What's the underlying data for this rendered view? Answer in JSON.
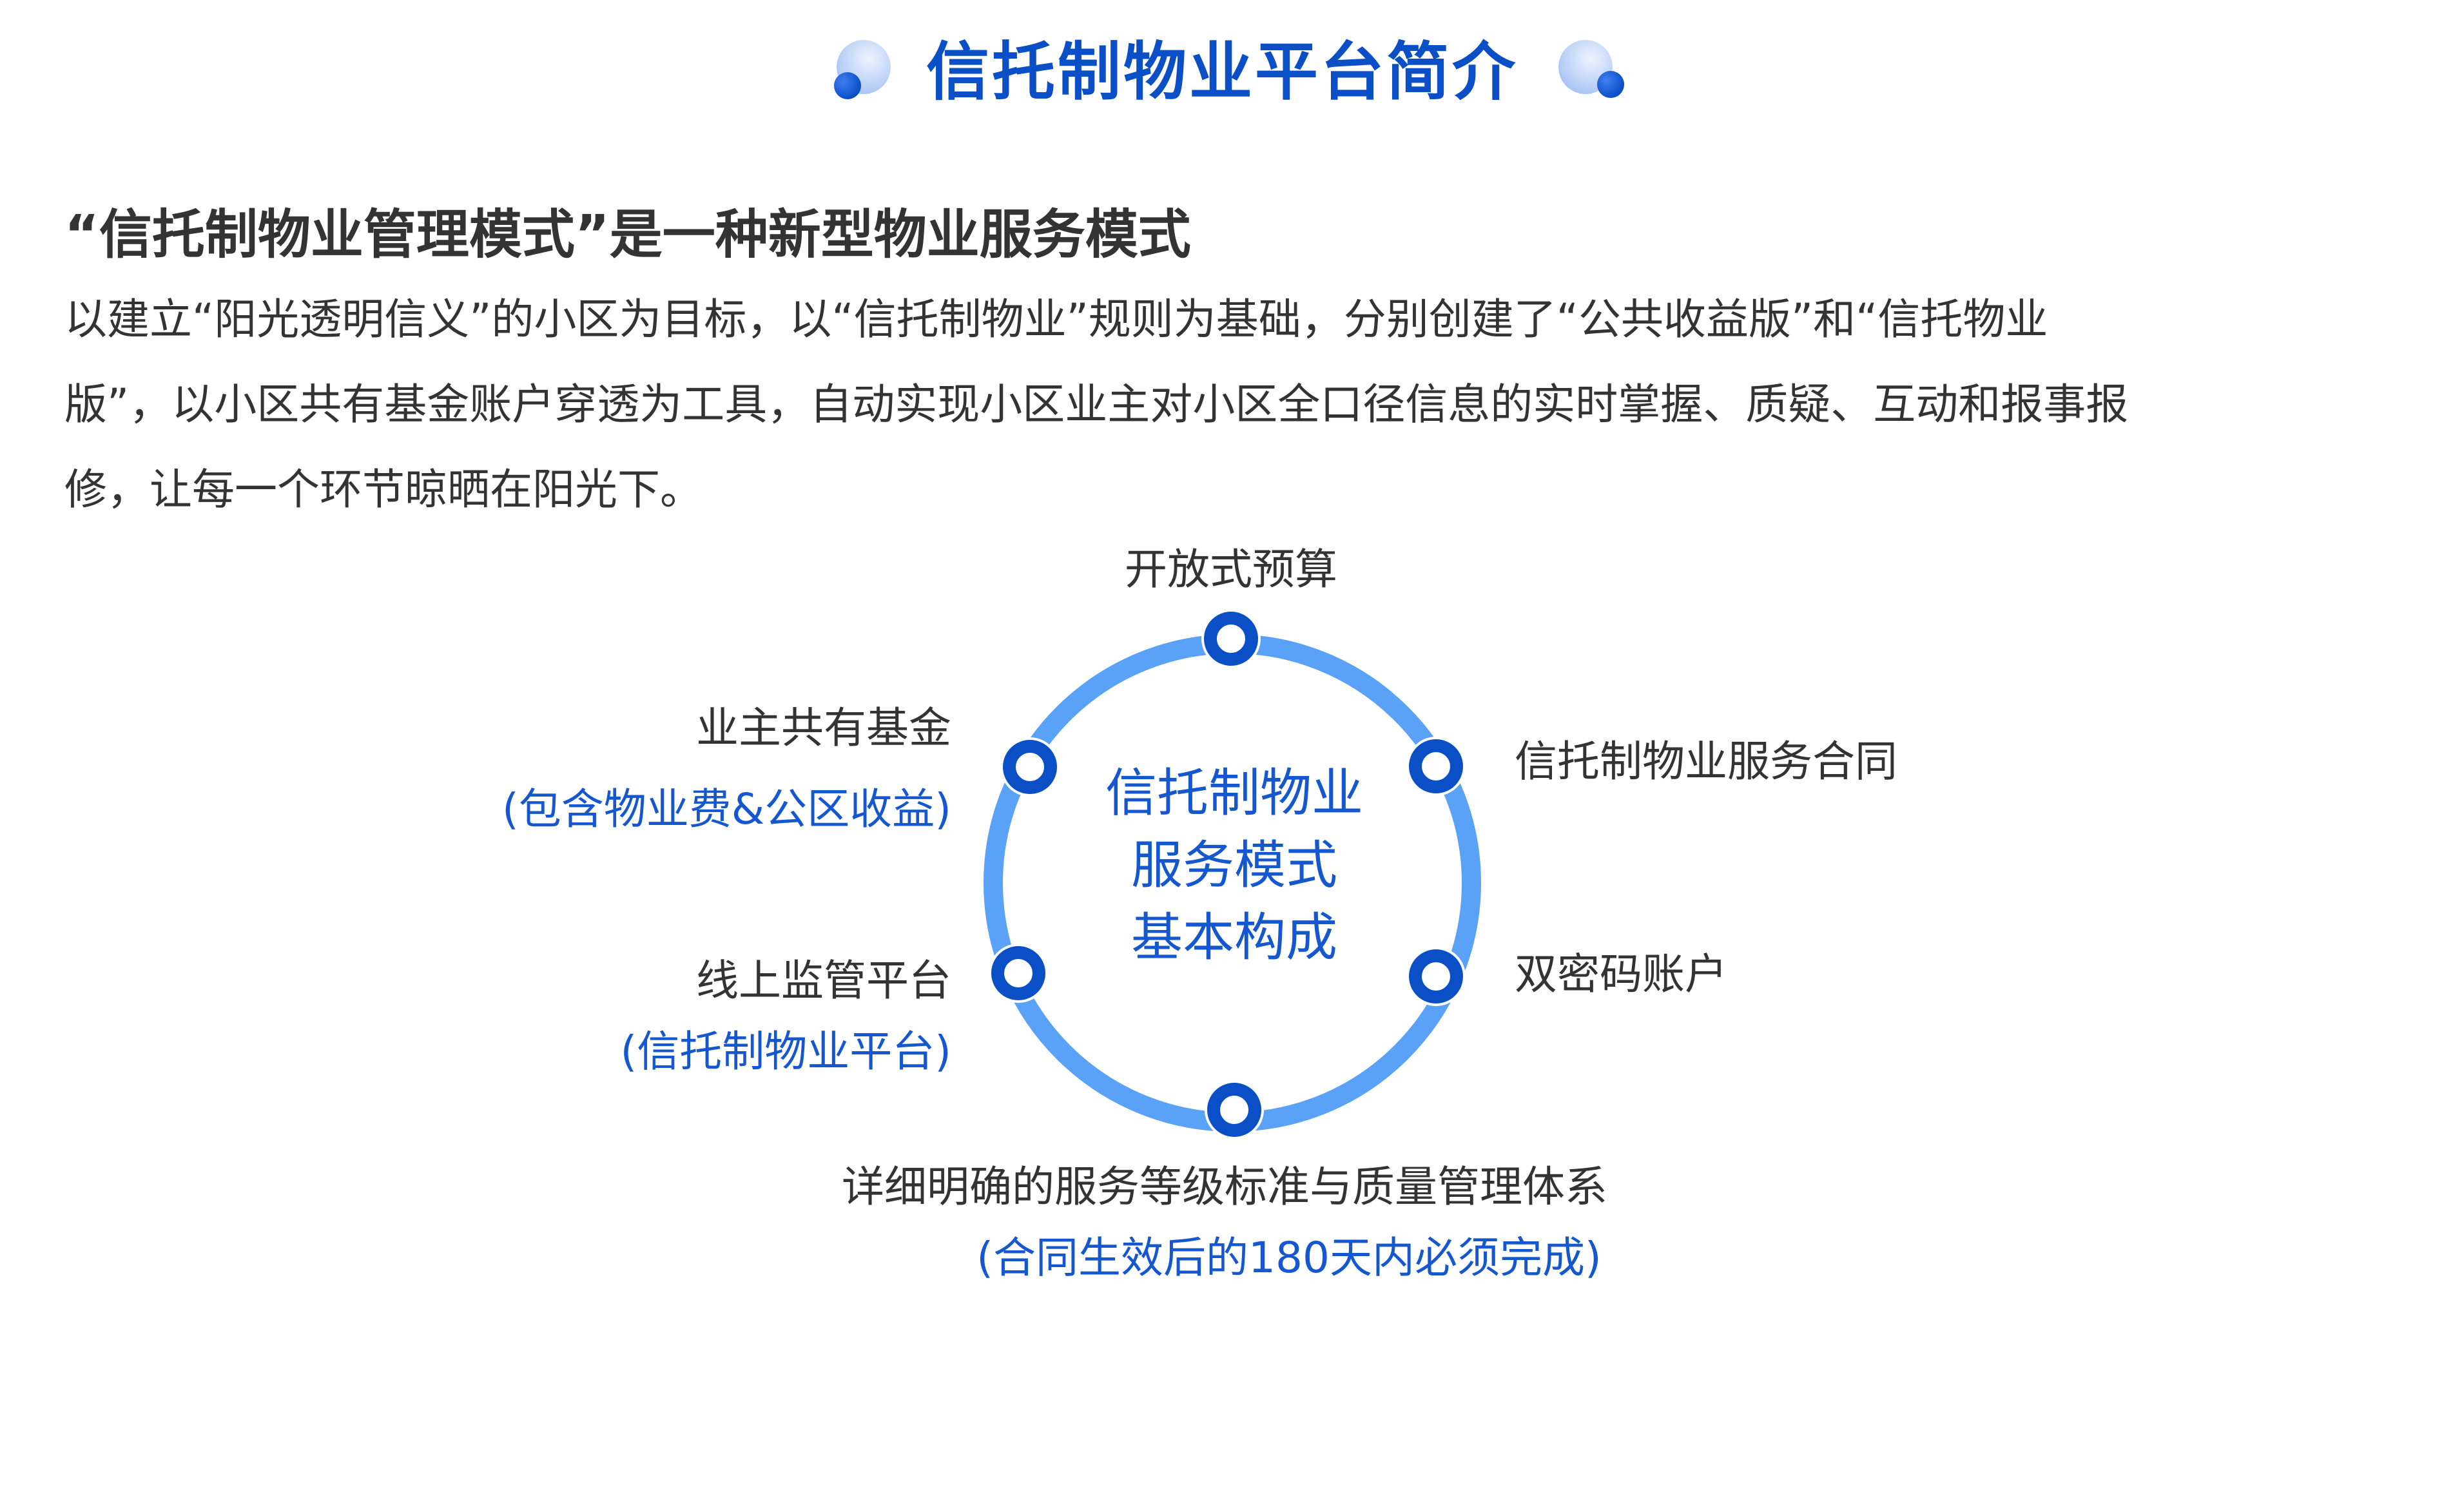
{
  "header": {
    "title": "信托制物业平台简介"
  },
  "intro": {
    "subtitle": "“信托制物业管理模式”是一种新型物业服务模式",
    "paragraph_lines": [
      "以建立“阳光透明信义”的小区为目标，以“信托制物业”规则为基础，分别创建了“公共收益版”和“信托物业",
      "版”，以小区共有基金账户穿透为工具，自动实现小区业主对小区全口径信息的实时掌握、质疑、互动和报事报",
      "修，让每一个环节晾晒在阳光下。"
    ]
  },
  "diagram": {
    "center_lines": [
      "信托制物业",
      "服务模式",
      "基本构成"
    ],
    "nodes": {
      "top": {
        "label": "开放式预算"
      },
      "upper_right": {
        "label": "信托制物业服务合同"
      },
      "lower_right": {
        "label": "双密码账户"
      },
      "bottom": {
        "label": "详细明确的服务等级标准与质量管理体系",
        "sub": "(合同生效后的180天内必须完成)"
      },
      "lower_left": {
        "label": "线上监管平台",
        "sub": "(信托制物业平台)"
      },
      "upper_left": {
        "label": "业主共有基金",
        "sub": "(包含物业费&公区收益)"
      }
    },
    "colors": {
      "ring": "#5aa2f7",
      "node_stroke": "#0b4fc7",
      "accent_text": "#1457cf"
    }
  }
}
